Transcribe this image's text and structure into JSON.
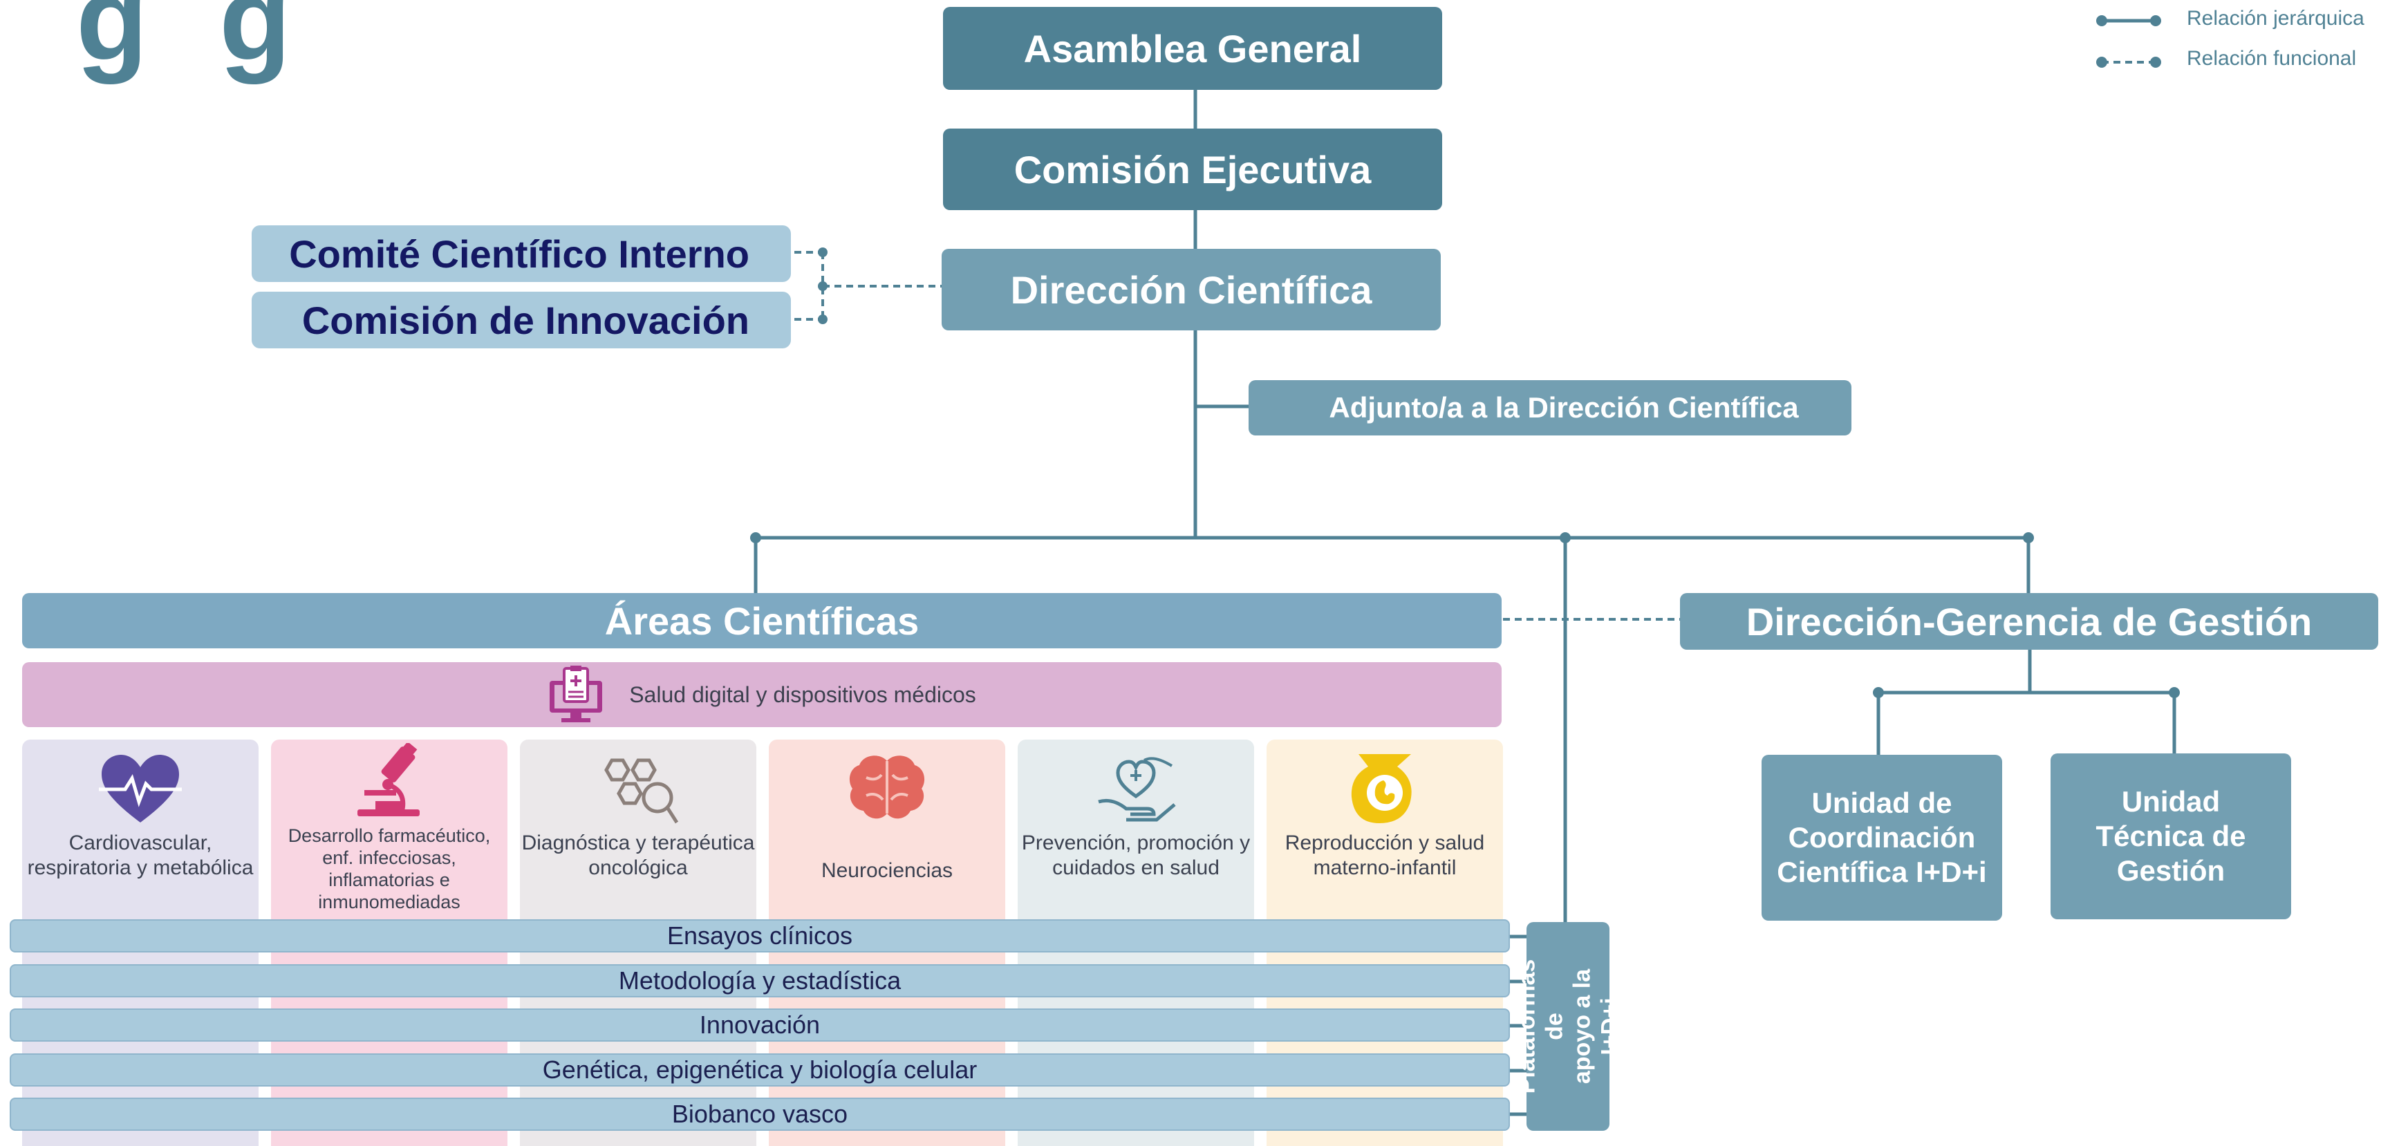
{
  "header": {
    "title_fragment": "g g"
  },
  "legend": {
    "hierarchical": "Relación jerárquica",
    "functional": "Relación funcional"
  },
  "nodes": {
    "general_assembly": "Asamblea General",
    "executive_committee": "Comisión Ejecutiva",
    "scientific_direction": "Dirección Científica",
    "internal_scientific_committee": "Comité Científico Interno",
    "innovation_commission": "Comisión de Innovación",
    "deputy_scientific_direction": "Adjunto/a a la Dirección Científica",
    "scientific_areas": "Áreas Científicas",
    "management_direction": "Dirección-Gerencia de Gestión",
    "coordination_unit": "Unidad de\nCoordinación\nCientífica I+D+i",
    "technical_unit": "Unidad\nTécnica de\nGestión",
    "digital_health": "Salud digital y dispositivos médicos",
    "support_platforms": "Plataformas de\napoyo a la I+D+i"
  },
  "areas": [
    "Cardiovascular, respiratoria y metabólica",
    "Desarrollo farmacéutico, enf. infecciosas, inflamatorias e inmunomediadas",
    "Diagnóstica y terapéutica oncológica",
    "Neurociencias",
    "Prevención, promoción y cuidados en salud",
    "Reproducción y salud materno-infantil"
  ],
  "platforms": [
    "Ensayos clínicos",
    "Metodología y estadística",
    "Innovación",
    "Genética, epigenética y biología celular",
    "Biobanco vasco"
  ],
  "colors": {
    "dark_box": "#4f8194",
    "mid_box": "#739fb2",
    "light_box": "#a9cadc",
    "committee_text": "#141863"
  }
}
